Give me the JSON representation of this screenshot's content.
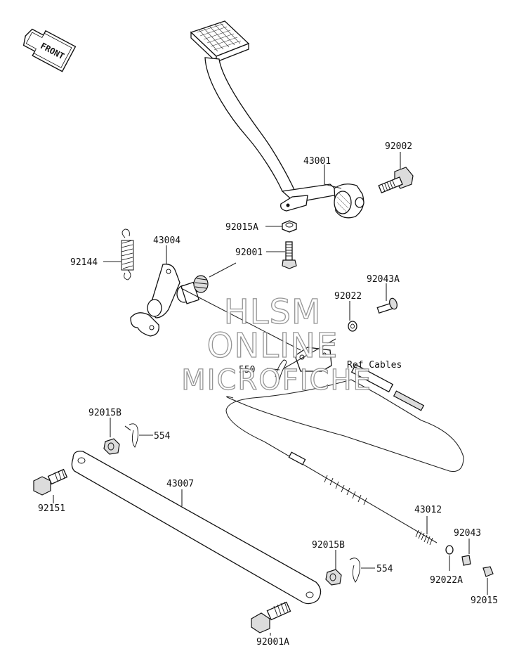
{
  "front_arrow": {
    "label": "FRONT"
  },
  "watermark": {
    "line1": "HLSM",
    "line2": "ONLINE",
    "line3": "MICROFICHE"
  },
  "labels": {
    "p43001": "43001",
    "p92002": "92002",
    "p92015A": "92015A",
    "p43004": "43004",
    "p92001": "92001",
    "p92144": "92144",
    "p92043A": "92043A",
    "p92022": "92022",
    "p550": "550",
    "ref_cables": "Ref Cables",
    "p92015B_top": "92015B",
    "p554_top": "554",
    "p43007": "43007",
    "p92151": "92151",
    "p43012": "43012",
    "p92043": "92043",
    "p92015B_bottom": "92015B",
    "p554_bottom": "554",
    "p92022A": "92022A",
    "p92015": "92015",
    "p92001A": "92001A"
  }
}
